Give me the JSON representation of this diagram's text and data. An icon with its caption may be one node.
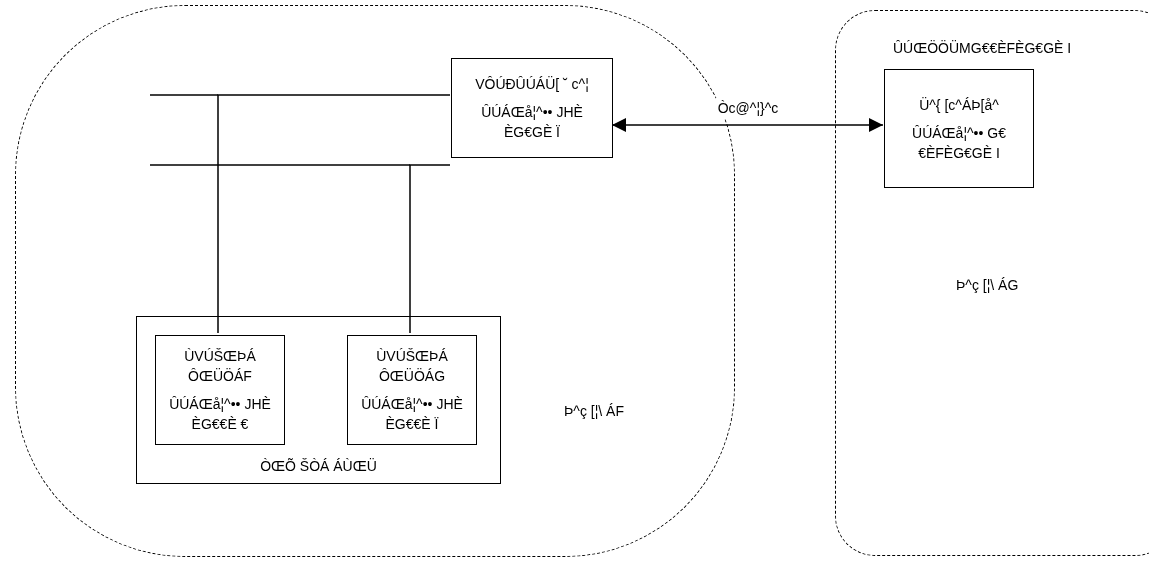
{
  "diagram": {
    "nodes": [
      {
        "text": [
          "Þ^ç [¦\\ ÁF"
        ]
      },
      {
        "text": [
          "VÔÚÐÛÚÁÜ[ ˘ c^¦",
          "ÛÚÁŒå¦^•• JHÈ ÈG€GÈ Ï"
        ],
        "in": 0
      },
      {
        "text": [
          "ÒŒÕ ŠÒÁ ÁÙŒÜ"
        ],
        "in": 0
      },
      {
        "text": [
          "ÙVÚŠŒÞÁ ÔŒÜÖÁF",
          "ÛÚÁŒå¦^•• JHÈ ÈG€€È €"
        ],
        "in": 2
      },
      {
        "text": [
          "ÙVÚŠŒÞÁ ÔŒÜÖÁG",
          "ÛÚÁŒå¦^•• JHÈ ÈG€€È Ï"
        ],
        "in": 2
      },
      {
        "text": [
          "ÛÚŒÖÖÜMG€€ÈFÈG€GÈ I",
          "Þ^ç [¦\\ ÁG"
        ]
      },
      {
        "text": [
          "Ü^{ [c^ÁÞ[å^",
          "ÛÚÁŒå¦^•• G€€ÈFÈG€GÈ I"
        ],
        "in": 5
      }
    ],
    "edges": [
      {
        "from": 3,
        "to": 1,
        "arrow": "none"
      },
      {
        "from": 4,
        "to": 1,
        "arrow": "none"
      },
      {
        "from": 1,
        "to": 6,
        "arrow": "both",
        "label": "Òc@^¦}^c"
      }
    ]
  }
}
